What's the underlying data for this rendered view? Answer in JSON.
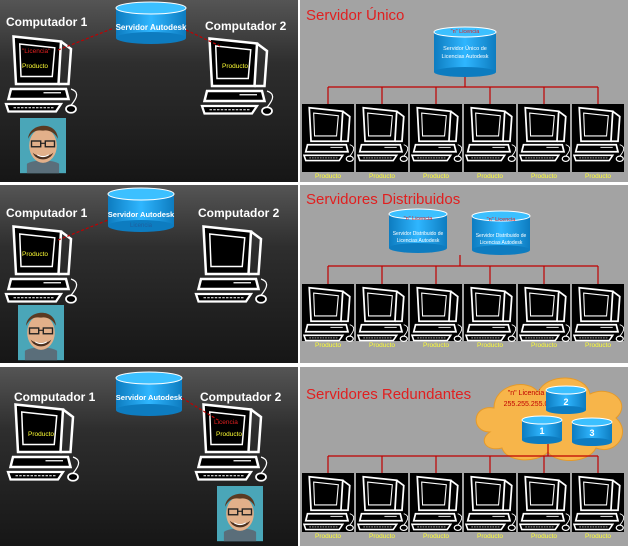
{
  "panels": [
    {
      "left": {
        "comp1": "Computador  1",
        "comp2": "Computador  2",
        "server": "Servidor Autodesk",
        "licencia": "\"Licencia\"",
        "producto1": "Producto",
        "producto2": "Producto"
      },
      "right": {
        "title": "Servidor Único",
        "db": [
          {
            "top": "\"n\" Licencia",
            "line1": "Servidor Único de",
            "line2": "Licencias Autodesk"
          }
        ],
        "producto": "Producto"
      }
    },
    {
      "left": {
        "comp1": "Computador  1",
        "comp2": "Computador  2",
        "server": "Servidor Autodesk",
        "server2": "Licencia",
        "producto1": "Producto"
      },
      "right": {
        "title": "Servidores Distribuidos",
        "db": [
          {
            "top": "\"n\" Licencia",
            "line1": "Servidor Distribuido de",
            "line2": "Licencias Autodesk"
          },
          {
            "top": "\"n\" Licencia",
            "line1": "Servidor Distribuido de",
            "line2": "Licencias Autodesk"
          }
        ],
        "producto": "Producto"
      }
    },
    {
      "left": {
        "comp1": "Computador  1",
        "comp2": "Computador  2",
        "server": "Servidor Autodesk",
        "licencia": "Licencia",
        "producto1": "Producto",
        "producto2": "Producto"
      },
      "right": {
        "title": "Servidores Redundantes",
        "cloud_line1": "\"n\" Licencia",
        "cloud_line2": "255.255.255.0",
        "servers": [
          "1",
          "2",
          "3"
        ],
        "producto": "Producto"
      }
    }
  ],
  "colors": {
    "title_red": "#e02020",
    "product_yellow": "#ffff33",
    "db_blue": "#1aa0e8",
    "line_red": "#c00000",
    "cloud_orange": "#f7b54a"
  }
}
